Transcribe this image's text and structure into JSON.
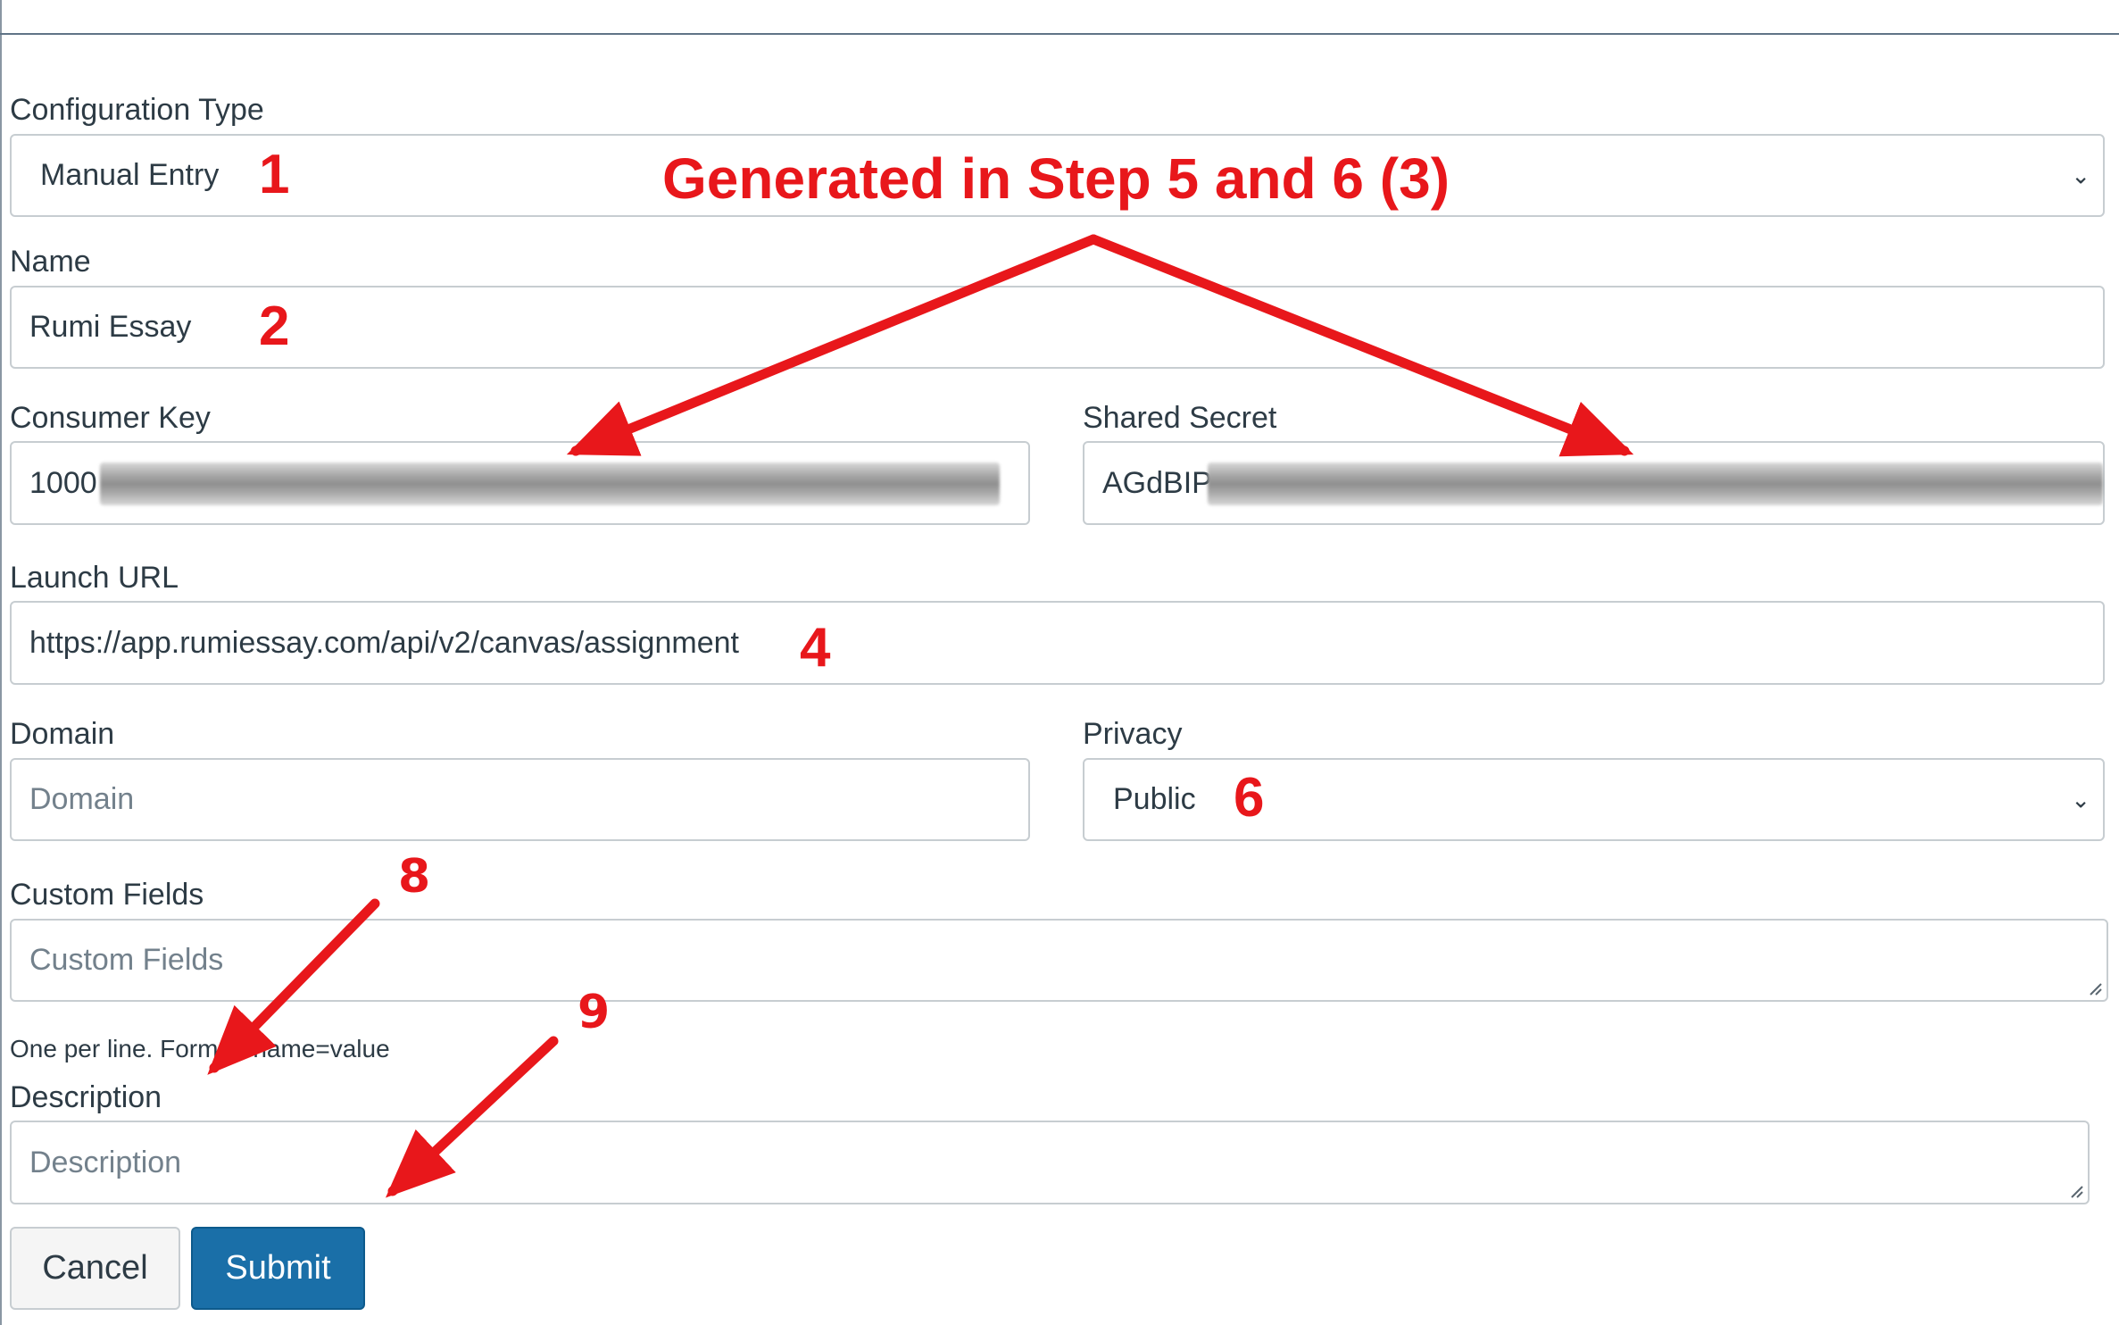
{
  "form": {
    "config_type": {
      "label": "Configuration Type",
      "value": "Manual Entry"
    },
    "name": {
      "label": "Name",
      "value": "Rumi Essay"
    },
    "consumer_key": {
      "label": "Consumer Key",
      "value": "1000"
    },
    "shared_secret": {
      "label": "Shared Secret",
      "value": "AGdBIP"
    },
    "launch_url": {
      "label": "Launch URL",
      "value": "https://app.rumiessay.com/api/v2/canvas/assignment"
    },
    "domain": {
      "label": "Domain",
      "placeholder": "Domain"
    },
    "privacy": {
      "label": "Privacy",
      "value": "Public"
    },
    "custom_fields": {
      "label": "Custom Fields",
      "placeholder": "Custom Fields",
      "hint": "One per line. Format: name=value"
    },
    "description": {
      "label": "Description",
      "placeholder": "Description"
    },
    "cancel_label": "Cancel",
    "submit_label": "Submit"
  },
  "annotations": {
    "title": "Generated in Step 5 and 6 (3)",
    "n1": "1",
    "n2": "2",
    "n4": "4",
    "n6": "6",
    "n8": "8",
    "n9": "9",
    "color": "#e8171b"
  },
  "icons": {
    "select_chevron": "chevron-down-icon",
    "resize_handle": "resize-handle-icon"
  }
}
